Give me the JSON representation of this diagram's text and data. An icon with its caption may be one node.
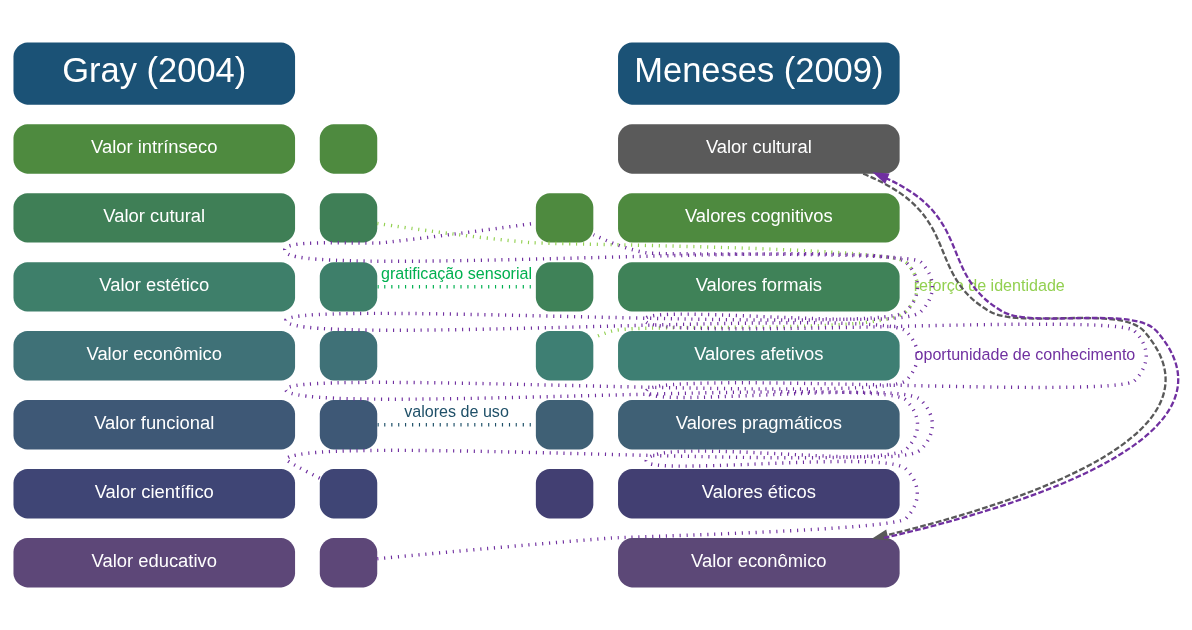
{
  "diagram": {
    "nodes": [
      {
        "text": [
          "Gray (2004)"
        ]
      },
      {
        "text": [
          "Valor intrínseco"
        ]
      },
      {
        "text": [],
        "shape": "box"
      },
      {
        "text": [
          "Valor cutural"
        ]
      },
      {
        "text": [],
        "shape": "box"
      },
      {
        "text": [
          "Valor estético"
        ]
      },
      {
        "text": [],
        "shape": "box"
      },
      {
        "text": [
          "Valor econômico"
        ]
      },
      {
        "text": [],
        "shape": "box"
      },
      {
        "text": [
          "Valor funcional"
        ]
      },
      {
        "text": [],
        "shape": "box"
      },
      {
        "text": [
          "Valor científico"
        ]
      },
      {
        "text": [],
        "shape": "box"
      },
      {
        "text": [
          "Valor educativo"
        ]
      },
      {
        "text": [],
        "shape": "box"
      },
      {
        "text": [
          "Meneses (2009)"
        ]
      },
      {
        "text": [
          "Valor cultural"
        ]
      },
      {
        "text": [],
        "shape": "box"
      },
      {
        "text": [
          "Valores cognitivos"
        ]
      },
      {
        "text": [],
        "shape": "box"
      },
      {
        "text": [
          "Valores formais"
        ]
      },
      {
        "text": [],
        "shape": "box"
      },
      {
        "text": [
          "Valores afetivos"
        ]
      },
      {
        "text": [],
        "shape": "box"
      },
      {
        "text": [
          "Valores pragmáticos"
        ]
      },
      {
        "text": [],
        "shape": "box"
      },
      {
        "text": [
          "Valores éticos"
        ]
      },
      {
        "text": [
          "Valor econômico"
        ]
      }
    ],
    "edges": [
      {
        "from": 4,
        "to": 21,
        "arrow": "none",
        "label": "reforço de identidade",
        "color": "#92d050"
      },
      {
        "from": 6,
        "to": 19,
        "arrow": "none",
        "label": "gratificação sensorial",
        "color": "#00b050"
      },
      {
        "from": 10,
        "to": 23,
        "arrow": "none",
        "label": "valores de uso",
        "color": "#1f5068"
      },
      {
        "from": 12,
        "to": 17,
        "arrow": "none",
        "label": "oportunidade de conhecimento",
        "color": "#7030a0"
      },
      {
        "from": 14,
        "to": 17,
        "arrow": "none",
        "color": "#7030a0"
      },
      {
        "from": 16,
        "to": 27,
        "arrow": "to",
        "style": "dashed",
        "color": "#595959"
      },
      {
        "from": 27,
        "to": 16,
        "arrow": "to",
        "style": "dashed",
        "color": "#7030a0"
      }
    ]
  }
}
